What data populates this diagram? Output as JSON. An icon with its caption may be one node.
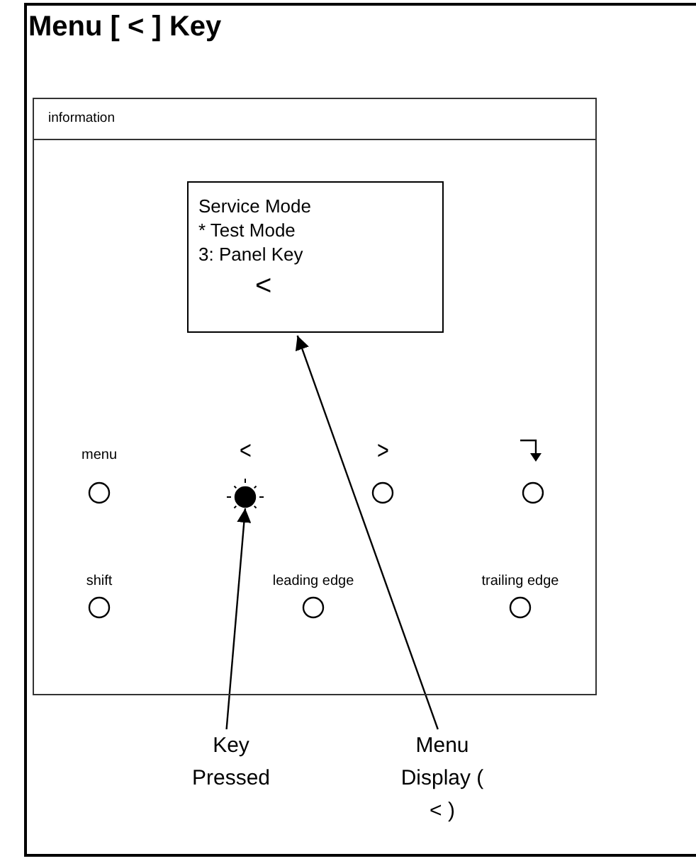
{
  "diagram": {
    "title": "Menu [ < ] Key",
    "nodes": [
      {
        "text": [
          "information"
        ]
      },
      {
        "text": [
          "Service Mode",
          "* Test Mode",
          "3: Panel Key",
          "<"
        ],
        "in": 0
      },
      {
        "text": [
          "menu"
        ],
        "in": 0
      },
      {
        "text": [
          "<"
        ],
        "in": 0
      },
      {
        "text": [
          ">"
        ],
        "in": 0
      },
      {
        "text": [],
        "shape": "circle",
        "in": 0
      },
      {
        "text": [
          "shift"
        ],
        "in": 0
      },
      {
        "text": [
          "leading edge"
        ],
        "in": 0
      },
      {
        "text": [
          "trailing edge"
        ],
        "in": 0
      },
      {
        "text": [
          "Key Pressed"
        ]
      },
      {
        "text": [
          "Menu Display ( < )"
        ]
      }
    ],
    "edges": [
      {
        "from": 9,
        "to": 3,
        "arrow": "to"
      },
      {
        "from": 10,
        "to": 1,
        "arrow": "to"
      }
    ]
  }
}
